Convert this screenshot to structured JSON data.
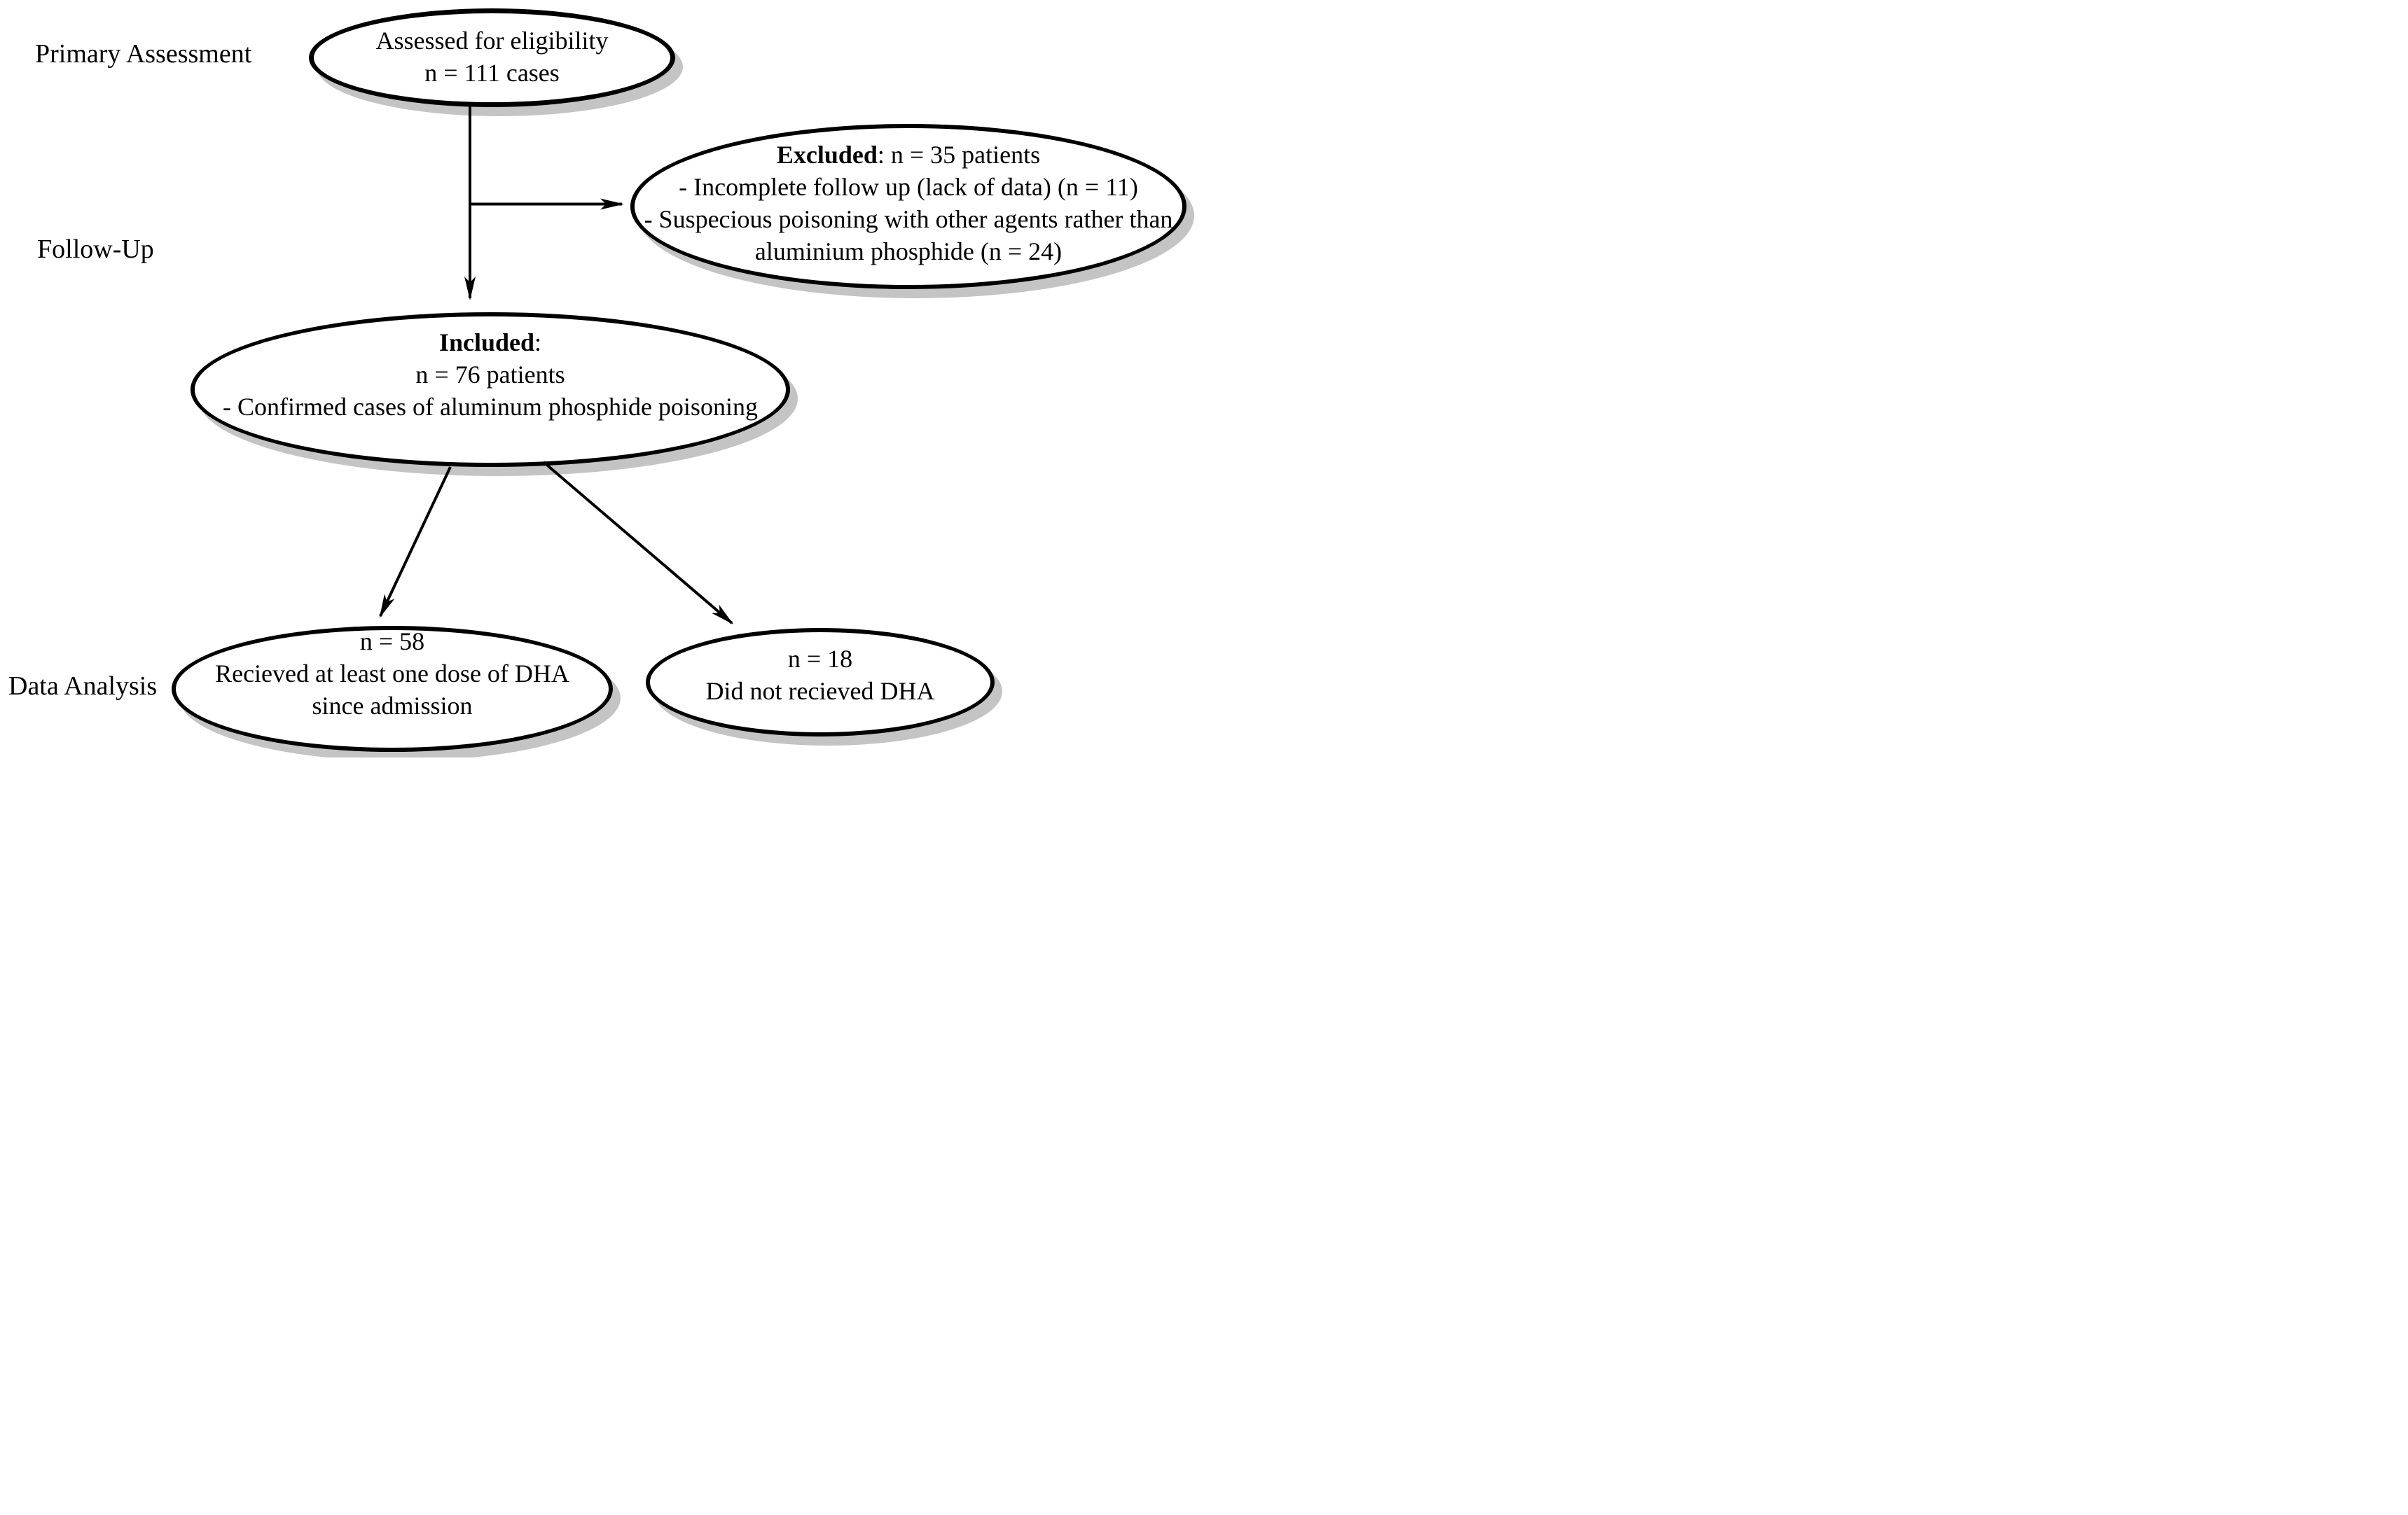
{
  "figure": {
    "type": "consort-flow-diagram",
    "background": "#ffffff",
    "stroke_color": "#000000",
    "shadow_color": "#c4c4c4"
  },
  "stage_labels": {
    "primary_assessment": "Primary Assessment",
    "follow_up": "Follow-Up",
    "data_analysis": "Data Analysis"
  },
  "nodes": {
    "assessed": {
      "line1": "Assessed for eligibility",
      "line2": "n = 111 cases",
      "n": 111
    },
    "excluded": {
      "title": "Excluded",
      "title_suffix": ": n = 35 patients",
      "n": 35,
      "reason1": "- Incomplete follow up (lack of data) (n = 11)",
      "reason2": "- Suspecious poisoning with other agents rather than",
      "reason2_cont": "aluminium phosphide (n = 24)"
    },
    "included": {
      "title": "Included",
      "title_suffix": ":",
      "line2": "n = 76 patients",
      "n": 76,
      "line3": "- Confirmed cases of aluminum phosphide poisoning"
    },
    "received_dha": {
      "line1": "n = 58",
      "n": 58,
      "line2": "Recieved at least one dose of DHA",
      "line3": "since admission"
    },
    "no_dha": {
      "line1": "n = 18",
      "n": 18,
      "line2": "Did not recieved DHA"
    }
  }
}
